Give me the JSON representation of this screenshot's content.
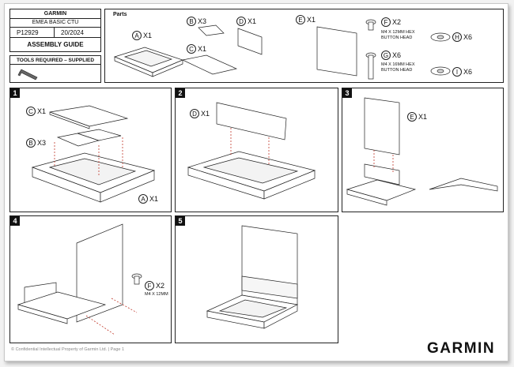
{
  "title_block": {
    "company": "GARMIN",
    "product": "EMEA BASIC CTU",
    "part_number": "P12929",
    "date": "20/2024",
    "doc_title": "ASSEMBLY GUIDE"
  },
  "tools": {
    "header": "TOOLS REQUIRED – SUPPLIED"
  },
  "parts": {
    "header": "Parts",
    "A": {
      "letter": "A",
      "qty": "X1"
    },
    "B": {
      "letter": "B",
      "qty": "X3"
    },
    "C": {
      "letter": "C",
      "qty": "X1"
    },
    "D": {
      "letter": "D",
      "qty": "X1"
    },
    "E": {
      "letter": "E",
      "qty": "X1"
    },
    "F": {
      "letter": "F",
      "qty": "X2",
      "desc1": "M4 X 12MM HEX",
      "desc2": "BUTTON HEAD"
    },
    "G": {
      "letter": "G",
      "qty": "X6",
      "desc1": "M4 X 16MM HEX",
      "desc2": "BUTTON HEAD"
    },
    "H": {
      "letter": "H",
      "qty": "X6"
    },
    "I": {
      "letter": "I",
      "qty": "X6"
    }
  },
  "steps": [
    {
      "num": "1"
    },
    {
      "num": "2"
    },
    {
      "num": "3"
    },
    {
      "num": "4"
    },
    {
      "num": "5"
    }
  ],
  "step4_screw": {
    "letter": "F",
    "qty": "X2",
    "desc": "M4 X 12MM"
  },
  "footer": {
    "note": "© Confidential Intellectual Property of Garmin Ltd. | Page 1",
    "logo": "GARMIN"
  }
}
